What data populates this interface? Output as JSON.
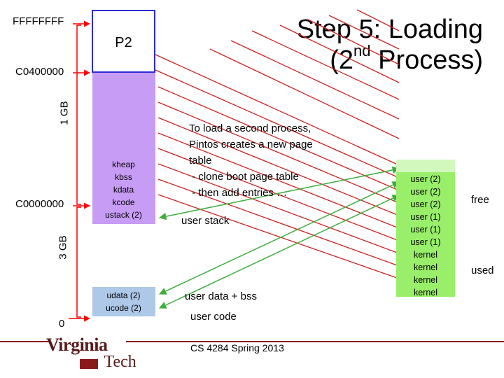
{
  "title": {
    "line1": "Step 5: Loading",
    "line2_prefix": "(2",
    "line2_sup": "nd",
    "line2_suffix": " Process)"
  },
  "addresses": {
    "top": "FFFFFFFF",
    "kernel_base": "C0400000",
    "phys_base": "C0000000",
    "zero": "0"
  },
  "sizes": {
    "kernel": "1 GB",
    "user": "3 GB"
  },
  "memory": {
    "process_label": "P2",
    "kernel_segments": [
      "kheap",
      "kbss",
      "kdata",
      "kcode",
      "ustack (2)"
    ],
    "user_segments": [
      "udata (2)",
      "ucode (2)"
    ]
  },
  "explanation": {
    "lines": [
      "To load a second process,",
      "Pintos creates a new page",
      "table",
      " - clone boot page table",
      " - then add entries …"
    ]
  },
  "labels": {
    "user_stack": "user stack",
    "user_data": "user data + bss",
    "user_code": "user code"
  },
  "physical": {
    "frames": [
      "user (2)",
      "user (2)",
      "user (2)",
      "user (1)",
      "user (1)",
      "user (1)",
      "kernel",
      "kernel",
      "kernel",
      "kernel"
    ],
    "free_label": "free",
    "used_label": "used"
  },
  "footer": {
    "course": "CS 4284 Spring 2013",
    "logo_word1": "Virginia",
    "logo_word2": "Tech"
  },
  "colors": {
    "kernel_region": "#c79cf5",
    "user_region": "#aec8e8",
    "box_border": "#2b2bd6",
    "diagonal": "#cc2222",
    "arrow": "#3fae3f",
    "physical": "#9aef6a",
    "axis": "#ff0000"
  }
}
